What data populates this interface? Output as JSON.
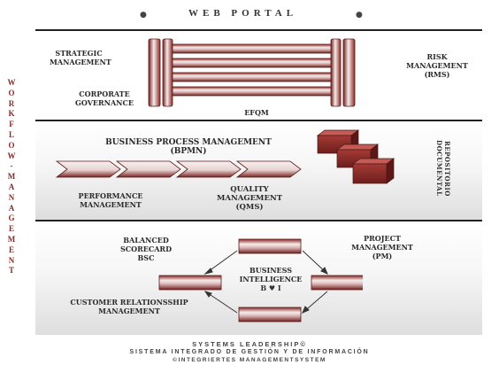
{
  "header": {
    "title": "WEB PORTAL"
  },
  "left_vertical": "WORKFLOW-MANAGEMENT",
  "top": {
    "strategic": "STRATEGIC MANAGEMENT",
    "corporate": "CORPORATE GOVERNANCE",
    "risk": [
      "RISK",
      "MANAGEMENT",
      "(RMS)"
    ],
    "efqm": "EFQM"
  },
  "middle": {
    "bpm": "BUSINESS PROCESS MANAGEMENT",
    "bpm_abbr": "(BPMN)",
    "performance": "PERFORMANCE MANAGEMENT",
    "quality": [
      "QUALITY",
      "MANAGEMENT",
      "(QMS)"
    ],
    "repository": [
      "REPOSITORIO",
      "DOCUMENTAL"
    ]
  },
  "bottom": {
    "bsc": [
      "BALANCED",
      "SCORECARD",
      "BSC"
    ],
    "project": [
      "PROJECT",
      "MANAGEMENT",
      "(PM)"
    ],
    "bi": [
      "BUSINESS",
      "INTELLIGENCE",
      "B ♥ I"
    ],
    "crm": [
      "CUSTOMER RELATIONSSHIP",
      "MANAGEMENT"
    ]
  },
  "footer": {
    "line1": "SYSTEMS LEADERSHIP©",
    "line2": "SISTEMA INTEGRADO DE GESTIÓN Y DE INFORMACIÓN",
    "line3": "©INTEGRIERTES MANAGEMENTSYSTEM"
  },
  "colors": {
    "maroon": "#8a2a26",
    "bar_highlight": "#f4e6e6",
    "rule": "#222222"
  }
}
